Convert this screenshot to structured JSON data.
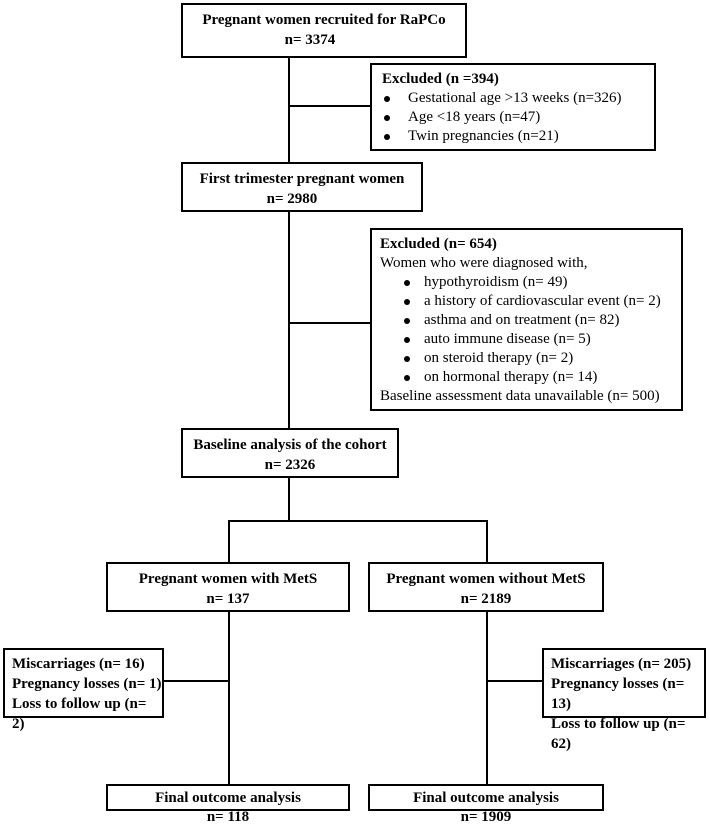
{
  "recruited": {
    "title": "Pregnant women recruited for RaPCo",
    "count": "n= 3374"
  },
  "excluded1": {
    "title": "Excluded (n =394)",
    "items": [
      "Gestational age >13 weeks (n=326)",
      "Age <18 years (n=47)",
      "Twin pregnancies (n=21)"
    ]
  },
  "first_trimester": {
    "title": "First trimester pregnant women",
    "count": "n= 2980"
  },
  "excluded2": {
    "title": "Excluded (n= 654)",
    "intro": "Women who were diagnosed with,",
    "items": [
      "hypothyroidism (n= 49)",
      "a history of cardiovascular event (n= 2)",
      "asthma and on treatment (n= 82)",
      "auto immune disease (n= 5)",
      "on steroid therapy (n= 2)",
      "on hormonal therapy (n= 14)"
    ],
    "footer": "Baseline assessment data unavailable (n= 500)"
  },
  "baseline": {
    "title": "Baseline analysis of the cohort",
    "count": "n= 2326"
  },
  "with_mets": {
    "title": "Pregnant women with MetS",
    "count": "n= 137"
  },
  "without_mets": {
    "title": "Pregnant women without MetS",
    "count": "n= 2189"
  },
  "loss_left": {
    "lines": [
      "Miscarriages (n= 16)",
      "Pregnancy losses (n= 1)",
      "Loss to follow up (n= 2)"
    ]
  },
  "loss_right": {
    "lines": [
      "Miscarriages (n= 205)",
      "Pregnancy losses (n= 13)",
      "Loss to follow up (n= 62)"
    ]
  },
  "final_left": {
    "title": "Final outcome analysis",
    "count": "n= 118"
  },
  "final_right": {
    "title": "Final outcome analysis",
    "count": "n= 1909"
  }
}
